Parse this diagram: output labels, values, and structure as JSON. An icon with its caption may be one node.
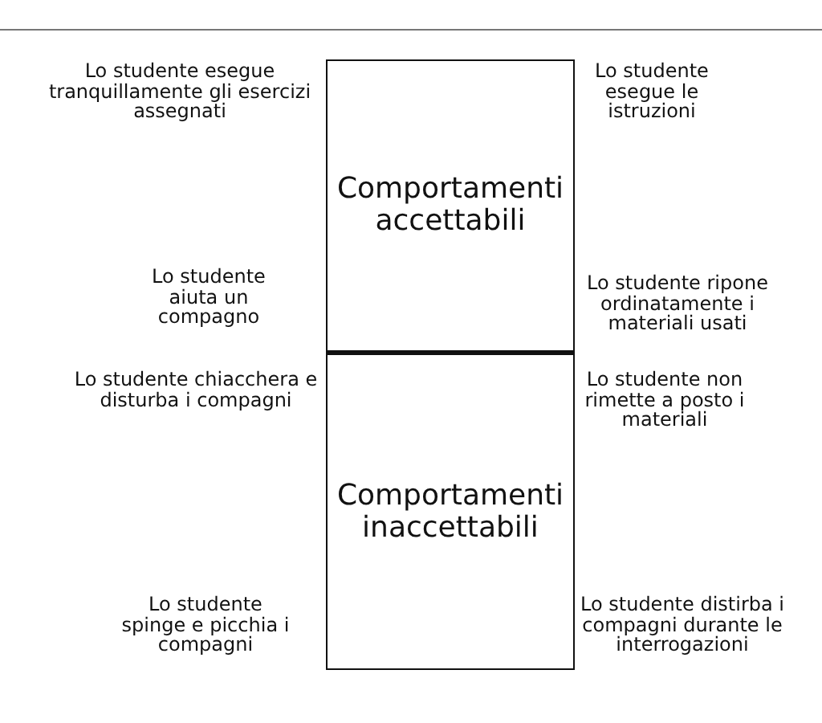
{
  "diagram": {
    "nodes": [
      {
        "text": [
          "Comportamenti accettabili"
        ]
      },
      {
        "text": [
          "Comportamenti inaccettabili"
        ]
      }
    ],
    "labels": [
      "Lo studente esegue tranquillamente gli esercizi assegnati",
      "Lo studente esegue le istruzioni",
      "Lo studente aiuta un compagno",
      "Lo studente ripone ordinatamente i materiali usati",
      "Lo studente chiacchera e disturba i compagni",
      "Lo studente non rimette a posto i materiali",
      "Lo studente spinge e picchia i compagni",
      "Lo studente distirba i compagni durante le interrogazioni"
    ]
  }
}
